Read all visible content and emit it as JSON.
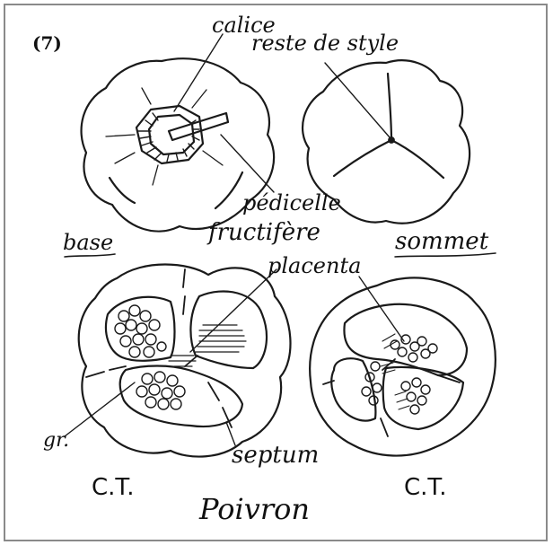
{
  "figure_number": "(7)",
  "labels": {
    "calice": "calice",
    "reste_de_style": "reste de style",
    "pedicelle": "pédicelle",
    "fructifere": "fructifère",
    "base": "base",
    "sommet": "sommet",
    "placenta": "placenta",
    "gr": "gr.",
    "septum": "septum",
    "ct_left": "C.T.",
    "ct_right": "C.T.",
    "title": "Poivron"
  }
}
